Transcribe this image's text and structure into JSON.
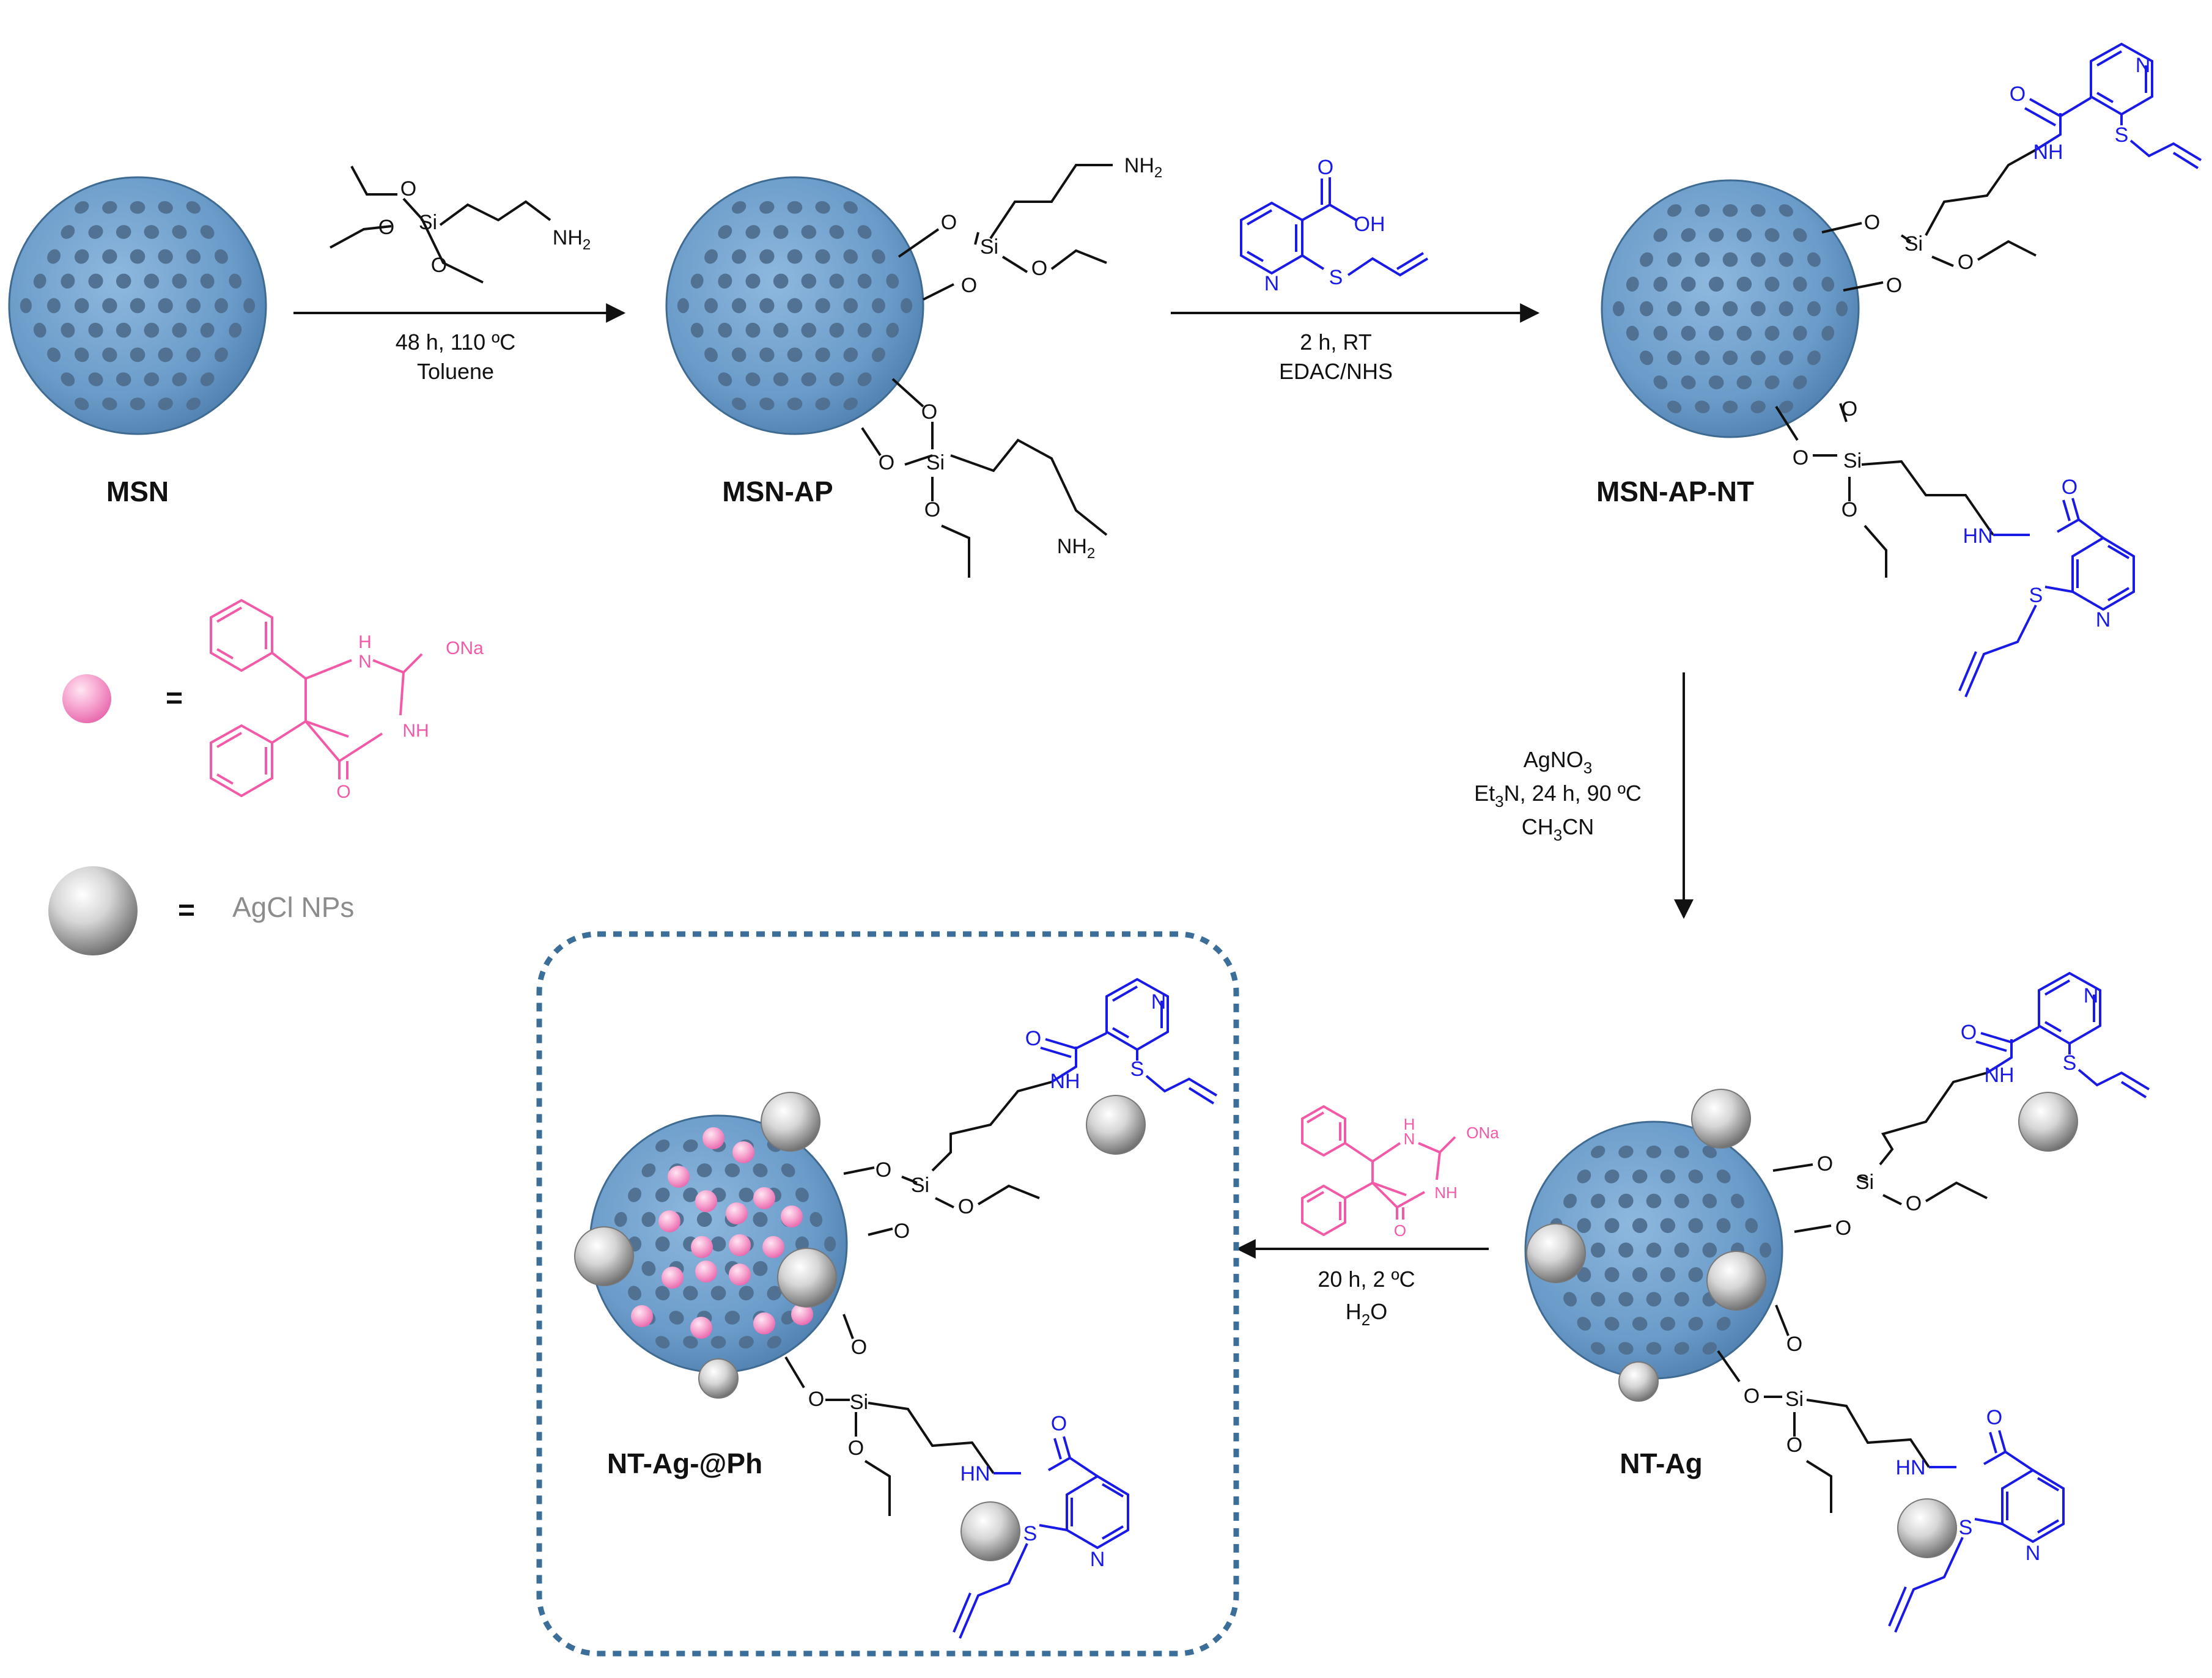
{
  "labels": {
    "msn": "MSN",
    "msn_ap": "MSN-AP",
    "msn_ap_nt": "MSN-AP-NT",
    "nt_ag": "NT-Ag",
    "nt_ag_ph": "NT-Ag-@Ph"
  },
  "steps": {
    "step1": {
      "line1": "48 h, 110 ºC",
      "line2": "Toluene"
    },
    "step2": {
      "line1": "2 h, RT",
      "line2": "EDAC/NHS"
    },
    "step3": {
      "reagent": "AgNO",
      "reagent_sub": "3",
      "line2_a": "Et",
      "line2_sub": "3",
      "line2_b": "N, 24 h, 90 ºC",
      "line3_a": "CH",
      "line3_sub": "3",
      "line3_b": "CN"
    },
    "step4": {
      "line1": "20 h, 2 ºC",
      "line2_a": "H",
      "line2_sub": "2",
      "line2_b": "O"
    }
  },
  "atoms": {
    "O": "O",
    "Si": "Si",
    "N": "N",
    "NH": "NH",
    "HN": "HN",
    "S": "S",
    "OH": "OH",
    "NH2": "NH",
    "sub2": "2",
    "H": "H",
    "ONa": "ONa"
  },
  "legend": {
    "equals1": "=",
    "equals2": "=",
    "agcl": "AgCl NPs"
  },
  "colors": {
    "sphere": "#6a9bc9",
    "sphere_dark": "#4a6a8a",
    "pore": "#4f6f8f",
    "blue_chem": "#1a1ae6",
    "pink_chem": "#f25aa8",
    "black_chem": "#111111",
    "grey_text": "#8c8c8c",
    "box": "#3c6e9a"
  }
}
